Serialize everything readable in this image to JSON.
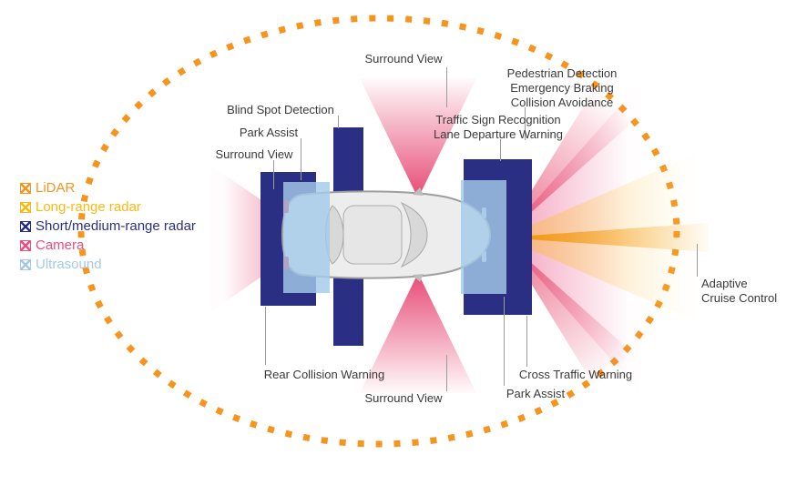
{
  "legend": {
    "items": [
      {
        "label": "LiDAR",
        "color": "#F7941D"
      },
      {
        "label": "Long-range radar",
        "color": "#FDB813"
      },
      {
        "label": "Short/medium-range radar",
        "color": "#2B2F84"
      },
      {
        "label": "Camera",
        "color": "#EE4D7D"
      },
      {
        "label": "Ultrasound",
        "color": "#A5C8E6"
      }
    ]
  },
  "callouts": {
    "surround_view_top": "Surround View",
    "blind_spot": "Blind Spot Detection",
    "park_assist_left": "Park Assist",
    "surround_view_left": "Surround View",
    "pedestrian_lines": [
      "Pedestrian Detection",
      "Emergency Braking",
      "Collision Avoidance"
    ],
    "traffic_lines": [
      "Traffic Sign Recognition",
      "Lane Departure Warning"
    ],
    "adaptive_lines": [
      "Adaptive",
      "Cruise Control"
    ],
    "rear_collision": "Rear Collision Warning",
    "surround_view_bottom": "Surround View",
    "cross_traffic": "Cross Traffic Warning",
    "park_assist_bottom": "Park Assist"
  },
  "zones": {
    "lidar_ring_color": "#F7941D",
    "long_range_radar_color": "#F39200",
    "short_medium_radar_color": "#2B2F84",
    "camera_color": "#E11C52",
    "ultrasound_color": "#A4C9E8"
  }
}
